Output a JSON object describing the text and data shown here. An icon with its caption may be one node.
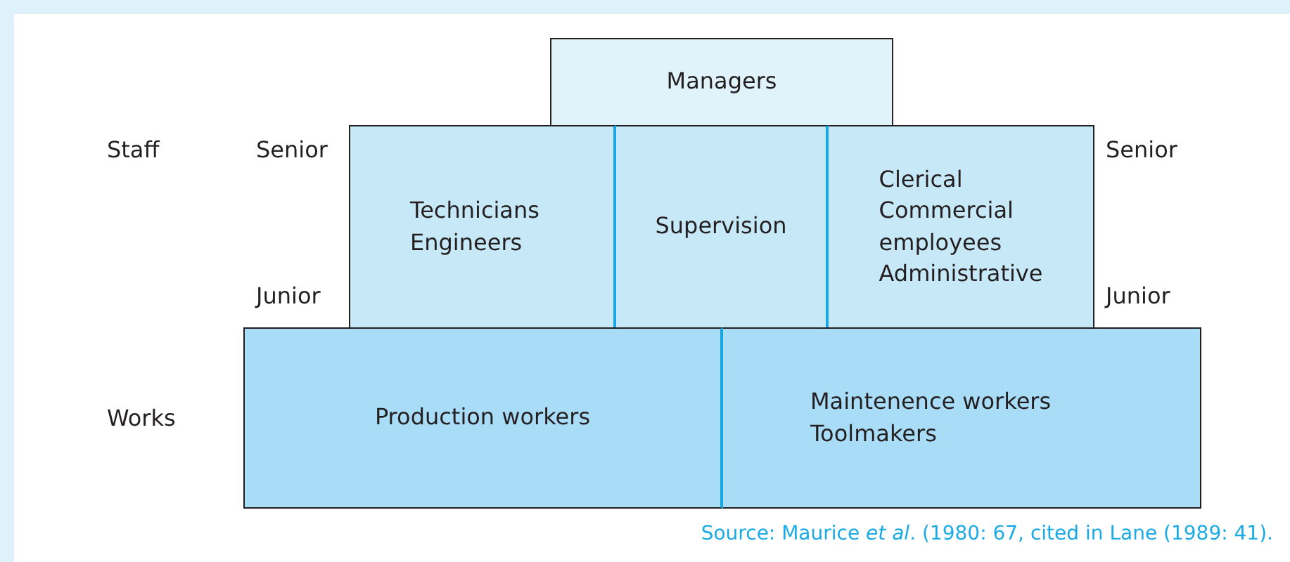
{
  "diagram": {
    "caption": "Source: Maurice *et al*. (1980: 67, cited in Lane (1989: 41).",
    "nodes": [
      {
        "text": [
          "Managers"
        ]
      },
      {
        "text": [
          "Technicians Engineers"
        ]
      },
      {
        "text": [
          "Supervision"
        ]
      },
      {
        "text": [
          "Clerical Commercial employees Administrative"
        ]
      },
      {
        "text": [
          "Production workers"
        ]
      },
      {
        "text": [
          "Maintenence workers Toolmakers"
        ]
      }
    ],
    "labels": [
      "Staff",
      "Senior",
      "Senior",
      "Junior",
      "Junior",
      "Works"
    ]
  }
}
